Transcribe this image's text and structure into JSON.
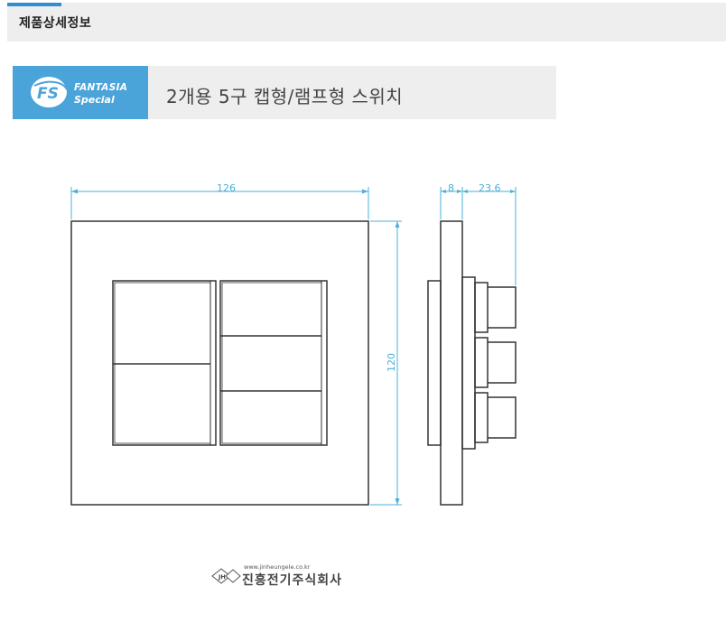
{
  "header": {
    "title": "제품상세정보"
  },
  "banner": {
    "logo_mark": "FS",
    "logo_line1": "FANTASIA",
    "logo_line2": "Special",
    "title": "2개용 5구 캡형/램프형 스위치"
  },
  "drawing": {
    "width_dim": "126",
    "height_dim": "120",
    "depth_plate_dim": "8",
    "depth_button_dim": "23.6"
  },
  "footer": {
    "logo_mark": "JH",
    "url": "www.jinheungele.co.kr",
    "company": "진흥전기주식회사"
  },
  "colors": {
    "accent": "#2f8fcf",
    "logo_bg": "#4aa3d9",
    "dimension": "#4ab0d9",
    "panel_bg": "#eeeeee",
    "line": "#333333"
  }
}
